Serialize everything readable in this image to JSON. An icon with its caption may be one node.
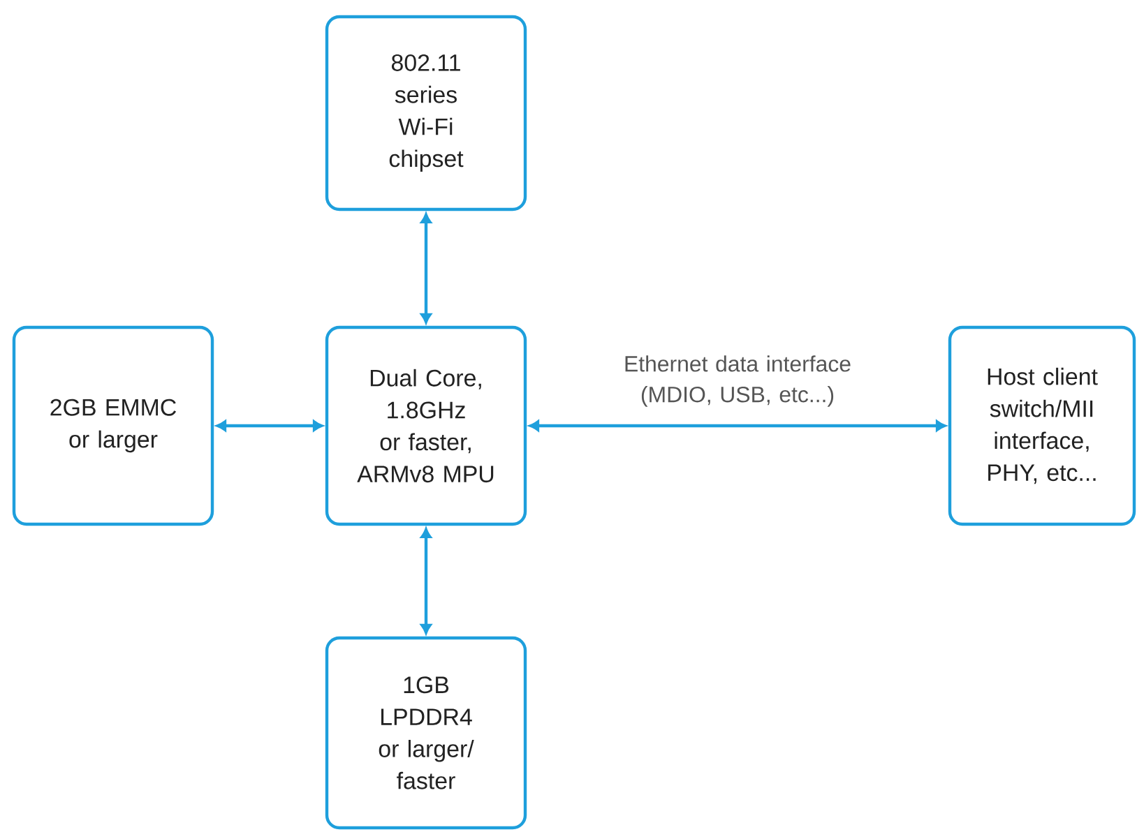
{
  "diagram": {
    "nodes": [
      {
        "text": [
          "802.11 series Wi-Fi chipset"
        ]
      },
      {
        "text": [
          "2GB EMMC or larger"
        ]
      },
      {
        "text": [
          "Dual Core, 1.8GHz or faster, ARMv8 MPU"
        ]
      },
      {
        "text": [
          "Host client switch/MII interface, PHY, etc..."
        ]
      },
      {
        "text": [
          "1GB LPDDR4 or larger/ faster"
        ]
      }
    ],
    "edges": [
      {
        "from": 2,
        "to": 0,
        "arrow": "both"
      },
      {
        "from": 1,
        "to": 2,
        "arrow": "both"
      },
      {
        "from": 2,
        "to": 3,
        "arrow": "both",
        "label": "Ethernet data interface (MDIO, USB, etc...)"
      },
      {
        "from": 2,
        "to": 4,
        "arrow": "both"
      }
    ]
  }
}
